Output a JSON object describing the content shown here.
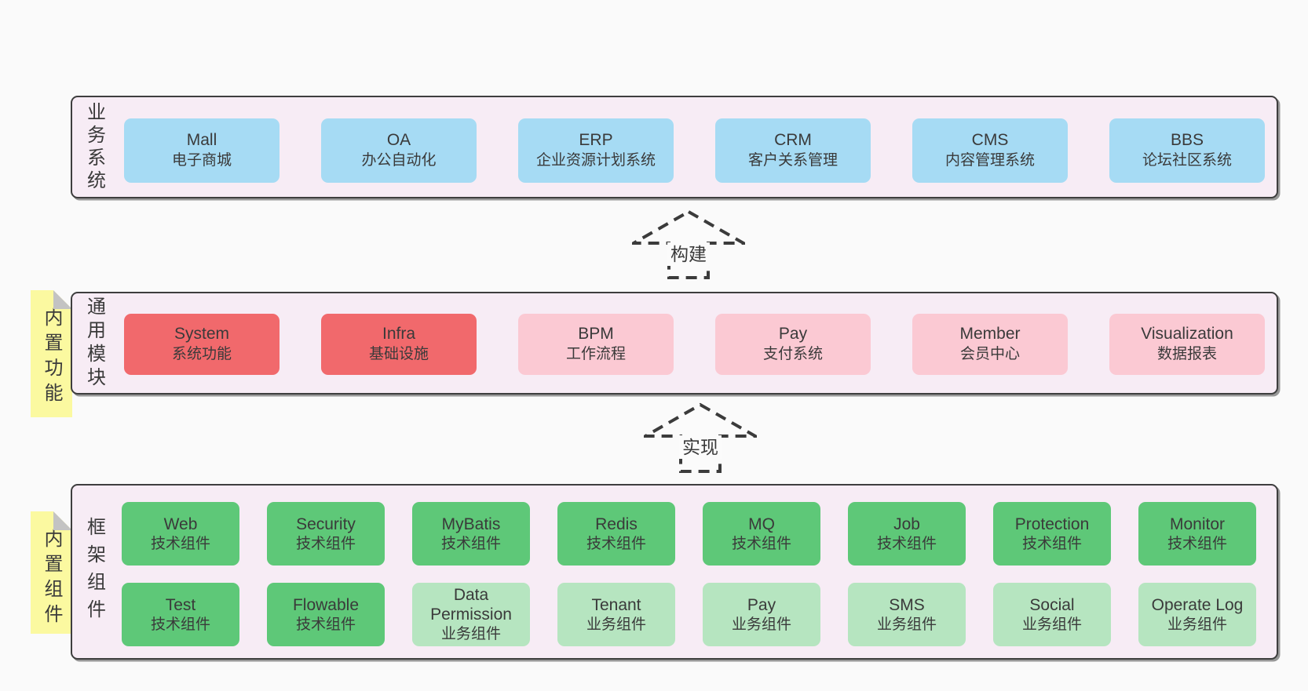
{
  "colors": {
    "page_bg": "#fafafa",
    "panel_bg": "#f7ecf5",
    "panel_border": "#3e3e3e",
    "note_bg": "#fbf9a0",
    "note_fold": "#c3c3c3",
    "text": "#3a3a3a",
    "blue": "#a6dbf4",
    "red": "#f1696c",
    "pink": "#fbc9d3",
    "green": "#5ec878",
    "lightgreen": "#b6e5c0",
    "arrow_stroke": "#3b3b3b"
  },
  "arrows": [
    {
      "label": "构建"
    },
    {
      "label": "实现"
    }
  ],
  "layers": {
    "business": {
      "side_label": "业务系统",
      "boxes": [
        {
          "title": "Mall",
          "subtitle": "电子商城",
          "variant": "blue"
        },
        {
          "title": "OA",
          "subtitle": "办公自动化",
          "variant": "blue"
        },
        {
          "title": "ERP",
          "subtitle": "企业资源计划系统",
          "variant": "blue"
        },
        {
          "title": "CRM",
          "subtitle": "客户关系管理",
          "variant": "blue"
        },
        {
          "title": "CMS",
          "subtitle": "内容管理系统",
          "variant": "blue"
        },
        {
          "title": "BBS",
          "subtitle": "论坛社区系统",
          "variant": "blue"
        }
      ]
    },
    "modules": {
      "side_label": "通用模块",
      "note_label": "内置功能",
      "boxes": [
        {
          "title": "System",
          "subtitle": "系统功能",
          "variant": "red"
        },
        {
          "title": "Infra",
          "subtitle": "基础设施",
          "variant": "red"
        },
        {
          "title": "BPM",
          "subtitle": "工作流程",
          "variant": "pink"
        },
        {
          "title": "Pay",
          "subtitle": "支付系统",
          "variant": "pink"
        },
        {
          "title": "Member",
          "subtitle": "会员中心",
          "variant": "pink"
        },
        {
          "title": "Visualization",
          "subtitle": "数据报表",
          "variant": "pink"
        }
      ]
    },
    "components": {
      "side_label": "框架组件",
      "note_label": "内置组件",
      "rows": [
        [
          {
            "title": "Web",
            "subtitle": "技术组件",
            "variant": "green"
          },
          {
            "title": "Security",
            "subtitle": "技术组件",
            "variant": "green"
          },
          {
            "title": "MyBatis",
            "subtitle": "技术组件",
            "variant": "green"
          },
          {
            "title": "Redis",
            "subtitle": "技术组件",
            "variant": "green"
          },
          {
            "title": "MQ",
            "subtitle": "技术组件",
            "variant": "green"
          },
          {
            "title": "Job",
            "subtitle": "技术组件",
            "variant": "green"
          },
          {
            "title": "Protection",
            "subtitle": "技术组件",
            "variant": "green"
          },
          {
            "title": "Monitor",
            "subtitle": "技术组件",
            "variant": "green"
          }
        ],
        [
          {
            "title": "Test",
            "subtitle": "技术组件",
            "variant": "green"
          },
          {
            "title": "Flowable",
            "subtitle": "技术组件",
            "variant": "green"
          },
          {
            "title": "Data Permission",
            "subtitle": "业务组件",
            "variant": "lightgreen"
          },
          {
            "title": "Tenant",
            "subtitle": "业务组件",
            "variant": "lightgreen"
          },
          {
            "title": "Pay",
            "subtitle": "业务组件",
            "variant": "lightgreen"
          },
          {
            "title": "SMS",
            "subtitle": "业务组件",
            "variant": "lightgreen"
          },
          {
            "title": "Social",
            "subtitle": "业务组件",
            "variant": "lightgreen"
          },
          {
            "title": "Operate Log",
            "subtitle": "业务组件",
            "variant": "lightgreen"
          }
        ]
      ]
    }
  }
}
